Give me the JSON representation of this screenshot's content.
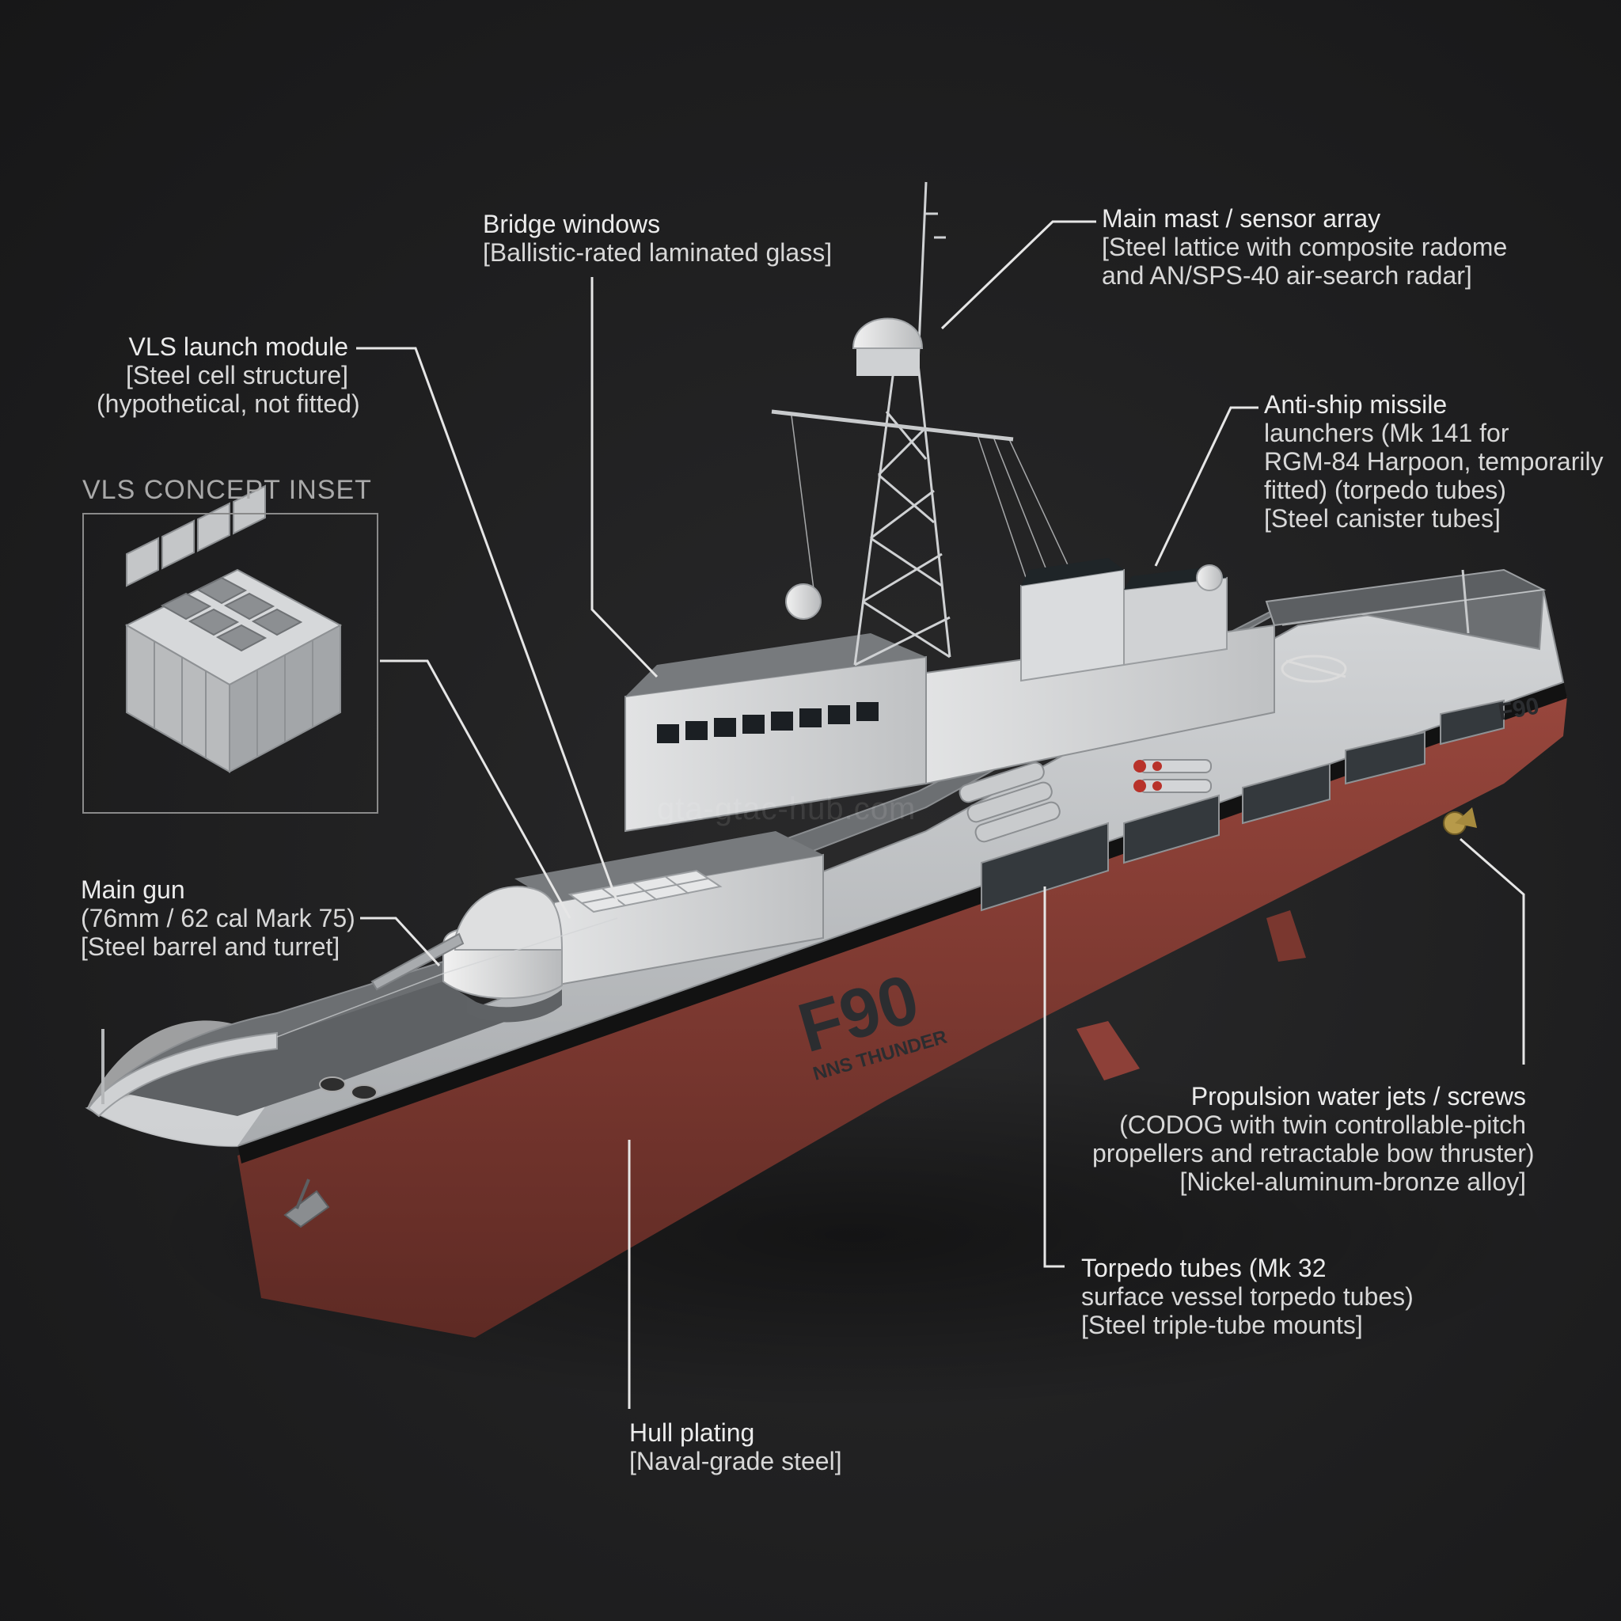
{
  "labels": {
    "bridge": {
      "title": "Bridge windows",
      "sub": [
        "[Ballistic-rated laminated glass]"
      ]
    },
    "mast": {
      "title": "Main mast / sensor array",
      "sub": [
        "[Steel lattice with composite radome",
        "and AN/SPS-40 air-search radar]"
      ]
    },
    "vls": {
      "title": "VLS launch module",
      "sub": [
        "[Steel cell structure]",
        "(hypothetical, not fitted)"
      ]
    },
    "antiship": {
      "title": "Anti-ship missile",
      "sub": [
        "launchers (Mk 141 for",
        "RGM-84 Harpoon, temporarily",
        "fitted) (torpedo tubes)",
        "[Steel canister tubes]"
      ]
    },
    "gun": {
      "title": "Main gun",
      "sub": [
        "(76mm / 62 cal Mark 75)",
        "[Steel barrel and turret]"
      ]
    },
    "propulsion": {
      "title": "Propulsion water jets / screws",
      "sub": [
        "(CODOG with twin controllable-pitch",
        "propellers and retractable bow thruster)",
        "[Nickel-aluminum-bronze alloy]"
      ]
    },
    "torpedo": {
      "title": "Torpedo tubes (Mk 32",
      "sub": [
        "surface vessel torpedo tubes)",
        "[Steel triple-tube mounts]"
      ]
    },
    "hull": {
      "title": "Hull plating",
      "sub": [
        "[Naval-grade steel]"
      ]
    }
  },
  "inset": {
    "title": "VLS CONCEPT INSET"
  },
  "ship": {
    "hull_number": "F90",
    "name": "NNS THUNDER",
    "stern_number": "F90"
  },
  "watermark": "gta-gtac-hub.com",
  "colors": {
    "background": "#1f1f20",
    "hull_grey": "#b9bbbd",
    "hull_light": "#d6d8da",
    "deck": "#6e7174",
    "boot_topping": "#151515",
    "antifouling": "#8a3f36",
    "leader_line": "#e6e6e6"
  }
}
